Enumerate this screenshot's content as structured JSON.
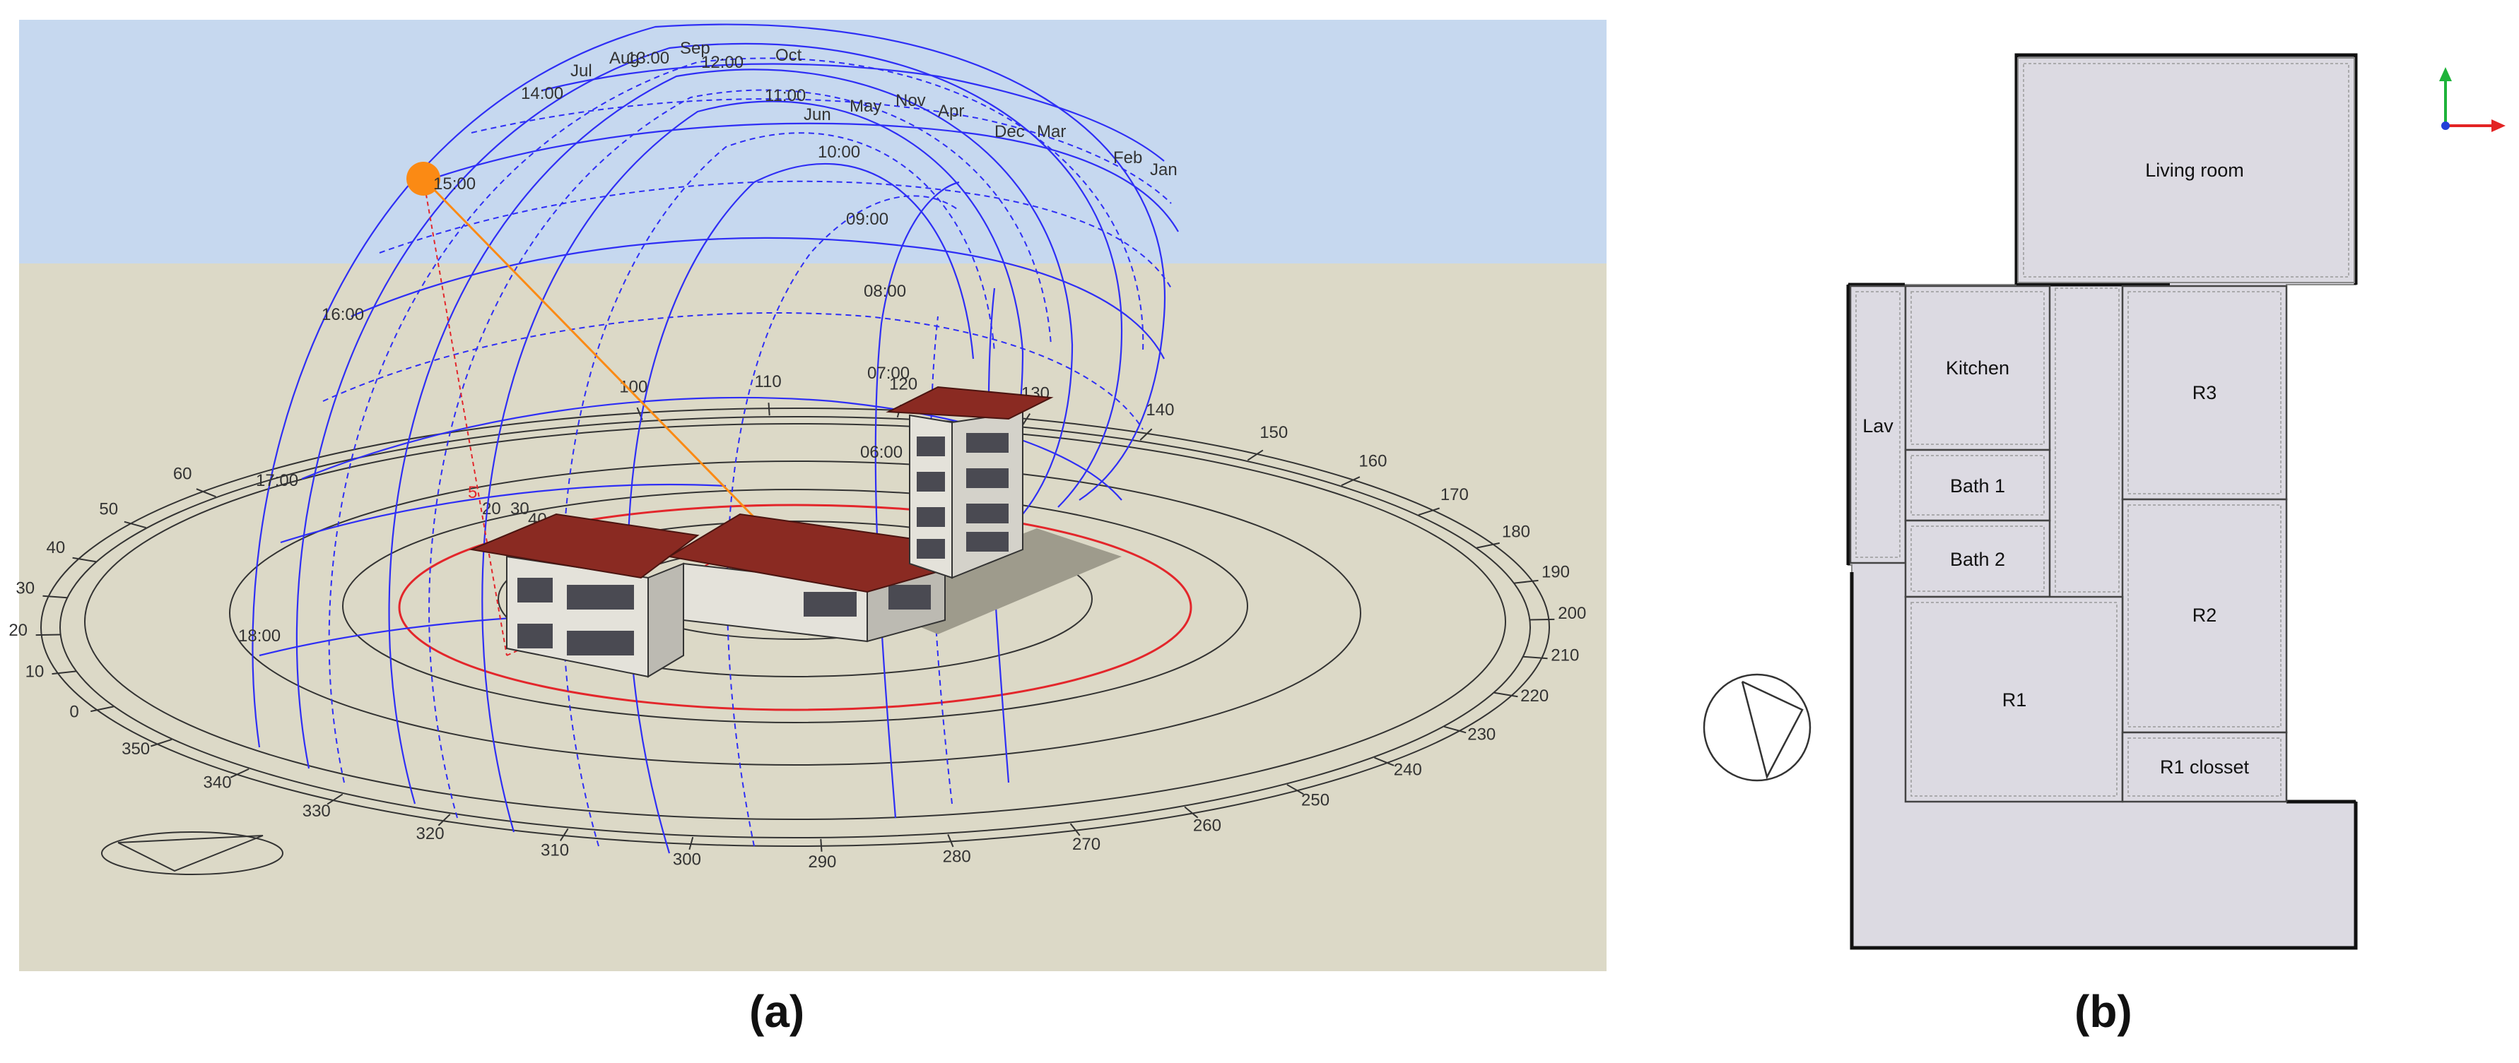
{
  "panel_a": {
    "caption": "(a)",
    "azimuth_labels": [
      "0",
      "10",
      "20",
      "30",
      "40",
      "50",
      "60",
      "100",
      "110",
      "120",
      "130",
      "140",
      "150",
      "160",
      "170",
      "180",
      "190",
      "200",
      "210",
      "220",
      "230",
      "240",
      "250",
      "260",
      "270",
      "280",
      "290",
      "300",
      "310",
      "320",
      "330",
      "340",
      "350"
    ],
    "altitude_labels": [
      "5",
      "20",
      "30",
      "40"
    ],
    "hour_labels": [
      "14:00",
      "13:00",
      "12:00",
      "16:00",
      "17:00",
      "18:00",
      "10:00",
      "09:00",
      "08:00",
      "07:00",
      "06:00",
      "11:00"
    ],
    "month_labels": [
      "Aug",
      "Sep",
      "Oct",
      "Jul",
      "Jun",
      "May",
      "Nov",
      "Apr",
      "Dec",
      "Mar",
      "Feb",
      "Jan"
    ],
    "sun_label": "15:00",
    "colors": {
      "sky": "#c6d8ef",
      "ground": "#dcd9c7",
      "sunpath": "#2e2ef5",
      "sun": "#fb8a14",
      "roof": "#8a2a22",
      "ring_red": "#e3262b"
    }
  },
  "panel_b": {
    "caption": "(b)",
    "rooms": {
      "living_room": "Living room",
      "kitchen": "Kitchen",
      "lav": "Lav",
      "bath1": "Bath 1",
      "bath2": "Bath 2",
      "r3": "R3",
      "r2": "R2",
      "r1": "R1",
      "r1_closet": "R1 closset"
    },
    "colors": {
      "floor": "#dcdae2",
      "wall": "#111111"
    }
  }
}
